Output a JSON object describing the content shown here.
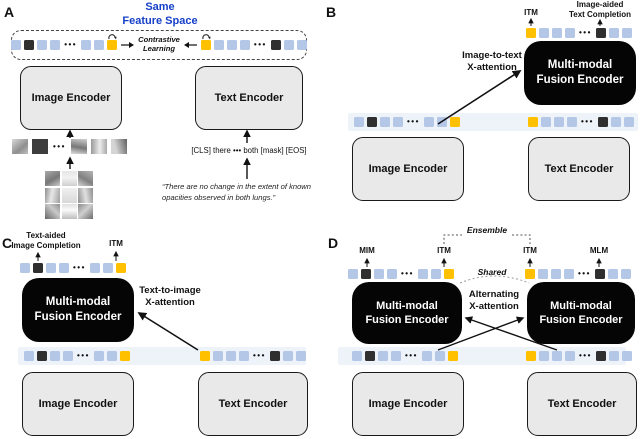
{
  "colors": {
    "token_blue": "#b4c7e7",
    "token_yellow": "#ffc000",
    "token_dark": "#2f2f2f",
    "title_blue": "#1640c8",
    "strip_background": "#eef3fa",
    "encoder_fill": "#e9e9e9",
    "fusion_fill": "#050505"
  },
  "panel_a": {
    "label": "A",
    "title_line1": "Same",
    "title_line2": "Feature Space",
    "contrastive_line1": "Contrastive",
    "contrastive_line2": "Learning",
    "feature_tokens_left": [
      "b",
      "d",
      "b",
      "b",
      "dots",
      "b",
      "b",
      "yloop"
    ],
    "feature_tokens_right": [
      "yloop",
      "b",
      "b",
      "b",
      "dots",
      "d",
      "b",
      "b"
    ],
    "image_encoder_label": "Image Encoder",
    "text_encoder_label": "Text Encoder",
    "patch_tokens": [
      "p1",
      "pm",
      "dots",
      "p2",
      "p3",
      "p4"
    ],
    "text_tokens": [
      "[CLS]",
      "there",
      "•••",
      "both",
      "[mask]",
      "[EOS]"
    ],
    "quote": "“There are no change in the extent of known opacities observed in both lungs.”"
  },
  "panel_b": {
    "label": "B",
    "itm_label": "ITM",
    "completion_line1": "Image-aided",
    "completion_line2": "Text Completion",
    "output_tokens": [
      "y",
      "b",
      "b",
      "b",
      "dots",
      "d",
      "b",
      "b"
    ],
    "fusion_line1": "Multi-modal",
    "fusion_line2": "Fusion Encoder",
    "attention_line1": "Image-to-text",
    "attention_line2": "X-attention",
    "strip_image_tokens": [
      "b",
      "d",
      "b",
      "b",
      "dots",
      "b",
      "b",
      "y"
    ],
    "strip_text_tokens": [
      "y",
      "b",
      "b",
      "b",
      "dots",
      "d",
      "b",
      "b"
    ],
    "image_encoder_label": "Image Encoder",
    "text_encoder_label": "Text Encoder"
  },
  "panel_c": {
    "label": "C",
    "completion_line1": "Text-aided",
    "completion_line2": "Image Completion",
    "itm_label": "ITM",
    "output_tokens": [
      "b",
      "d",
      "b",
      "b",
      "dots",
      "b",
      "b",
      "y"
    ],
    "fusion_line1": "Multi-modal",
    "fusion_line2": "Fusion Encoder",
    "attention_line1": "Text-to-image",
    "attention_line2": "X-attention",
    "strip_image_tokens": [
      "b",
      "d",
      "b",
      "b",
      "dots",
      "b",
      "b",
      "y"
    ],
    "strip_text_tokens": [
      "y",
      "b",
      "b",
      "b",
      "dots",
      "d",
      "b",
      "b"
    ],
    "image_encoder_label": "Image Encoder",
    "text_encoder_label": "Text Encoder"
  },
  "panel_d": {
    "label": "D",
    "ensemble_label": "Ensemble",
    "shared_label": "Shared",
    "mim_label": "MIM",
    "itm_left_label": "ITM",
    "itm_right_label": "ITM",
    "mlm_label": "MLM",
    "left_output_tokens": [
      "b",
      "d",
      "b",
      "b",
      "dots",
      "b",
      "b",
      "y"
    ],
    "right_output_tokens": [
      "y",
      "b",
      "b",
      "b",
      "dots",
      "d",
      "b",
      "b"
    ],
    "fusion_line1": "Multi-modal",
    "fusion_line2": "Fusion Encoder",
    "attention_line1": "Alternating",
    "attention_line2": "X-attention",
    "strip_image_tokens": [
      "b",
      "d",
      "b",
      "b",
      "dots",
      "b",
      "b",
      "y"
    ],
    "strip_text_tokens": [
      "y",
      "b",
      "b",
      "b",
      "dots",
      "d",
      "b",
      "b"
    ],
    "image_encoder_label": "Image Encoder",
    "text_encoder_label": "Text Encoder"
  }
}
